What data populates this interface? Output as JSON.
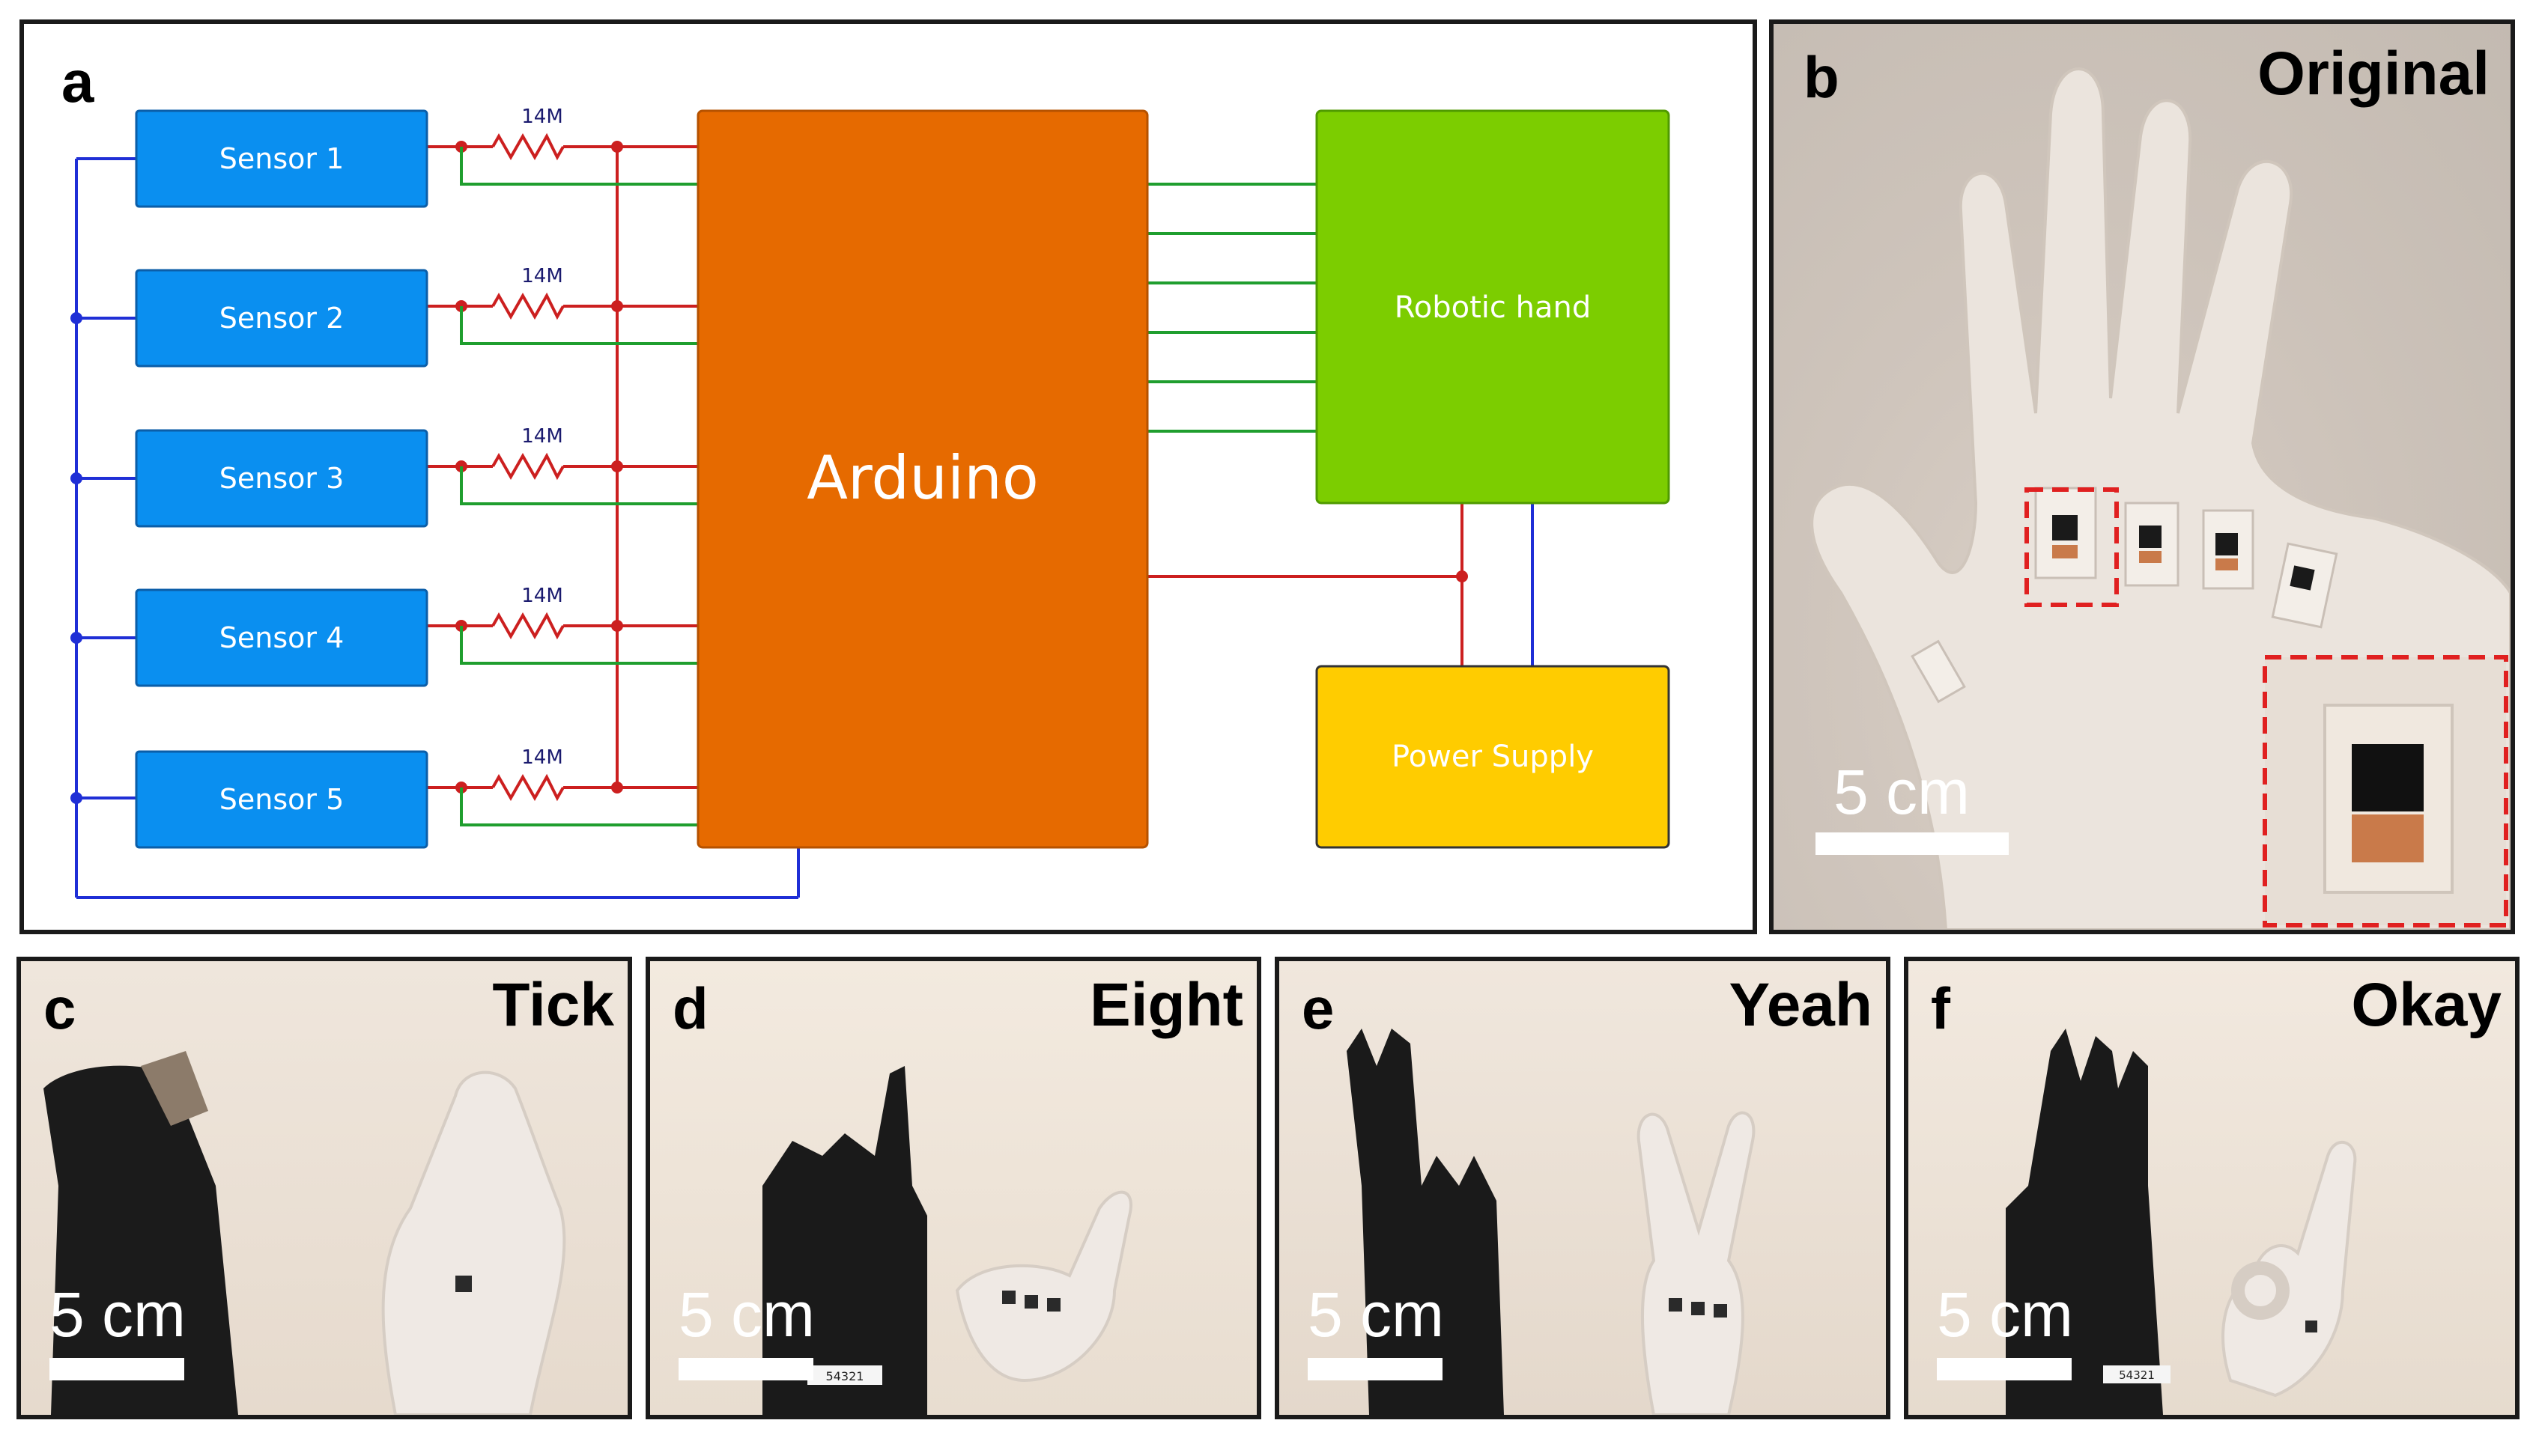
{
  "panels": {
    "a": {
      "letter": "a"
    },
    "b": {
      "letter": "b",
      "title": "Original",
      "scale": "5 cm"
    },
    "c": {
      "letter": "c",
      "title": "Tick",
      "scale": "5 cm"
    },
    "d": {
      "letter": "d",
      "title": "Eight",
      "scale": "5 cm"
    },
    "e": {
      "letter": "e",
      "title": "Yeah",
      "scale": "5 cm"
    },
    "f": {
      "letter": "f",
      "title": "Okay",
      "scale": "5 cm"
    }
  },
  "circuit": {
    "sensors": [
      "Sensor 1",
      "Sensor 2",
      "Sensor 3",
      "Sensor 4",
      "Sensor 5"
    ],
    "resistor_label": "14M",
    "arduino": "Arduino",
    "robotic_hand": "Robotic hand",
    "power_supply": "Power Supply"
  },
  "colors": {
    "sensor_fill": "#0a8ff0",
    "arduino_fill": "#e66a00",
    "robotic_hand_fill": "#7ccd00",
    "power_supply_fill": "#ffcc00",
    "wire_red": "#cc1f1f",
    "wire_green": "#1f9e2e",
    "wire_blue": "#1f2fd6",
    "inset_dash": "#e02020"
  },
  "photo_labels": {
    "robot_tag": "54321"
  }
}
